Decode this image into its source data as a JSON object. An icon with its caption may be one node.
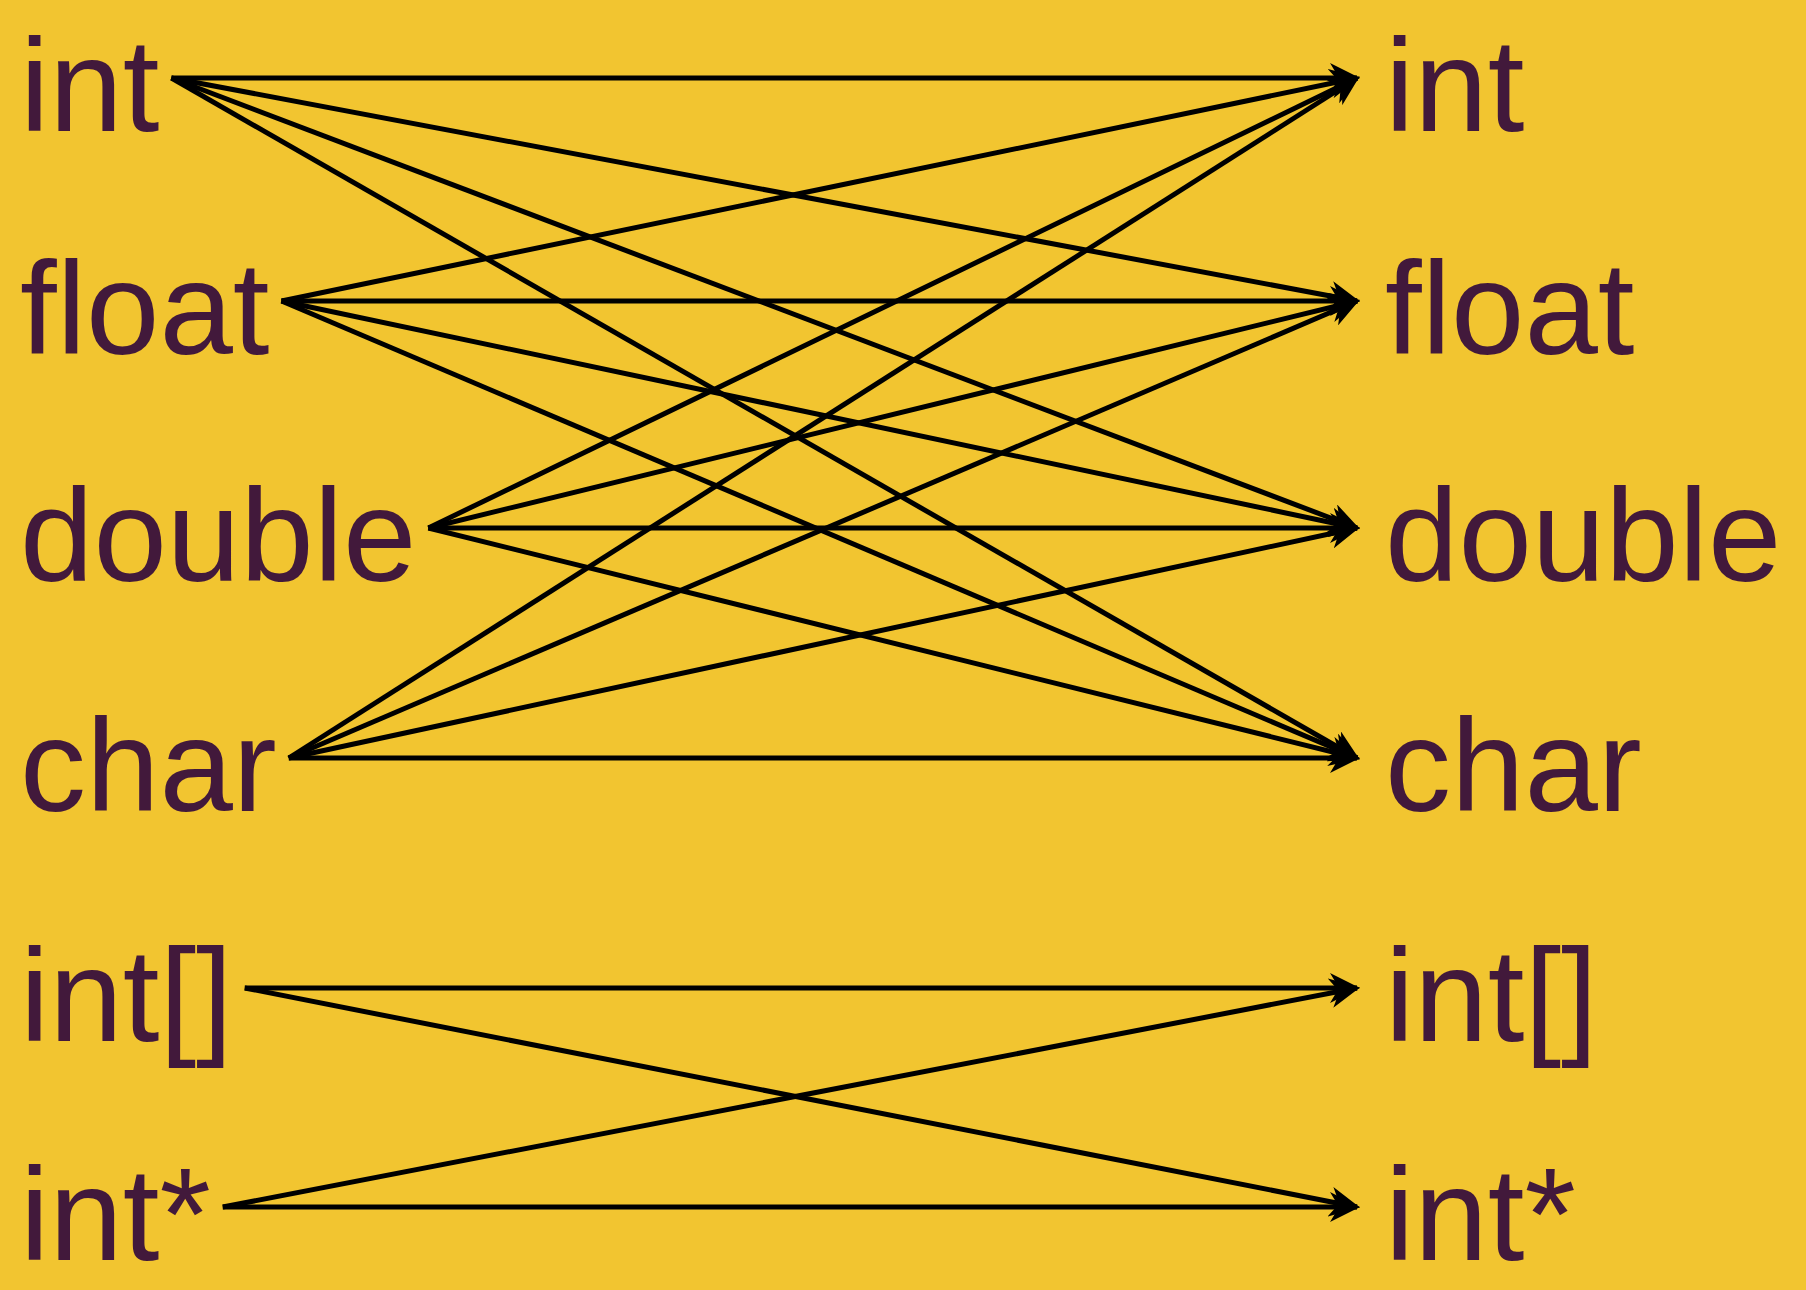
{
  "diagram": {
    "nodes": [
      {
        "text": [
          "int"
        ]
      },
      {
        "text": [
          "float"
        ]
      },
      {
        "text": [
          "double"
        ]
      },
      {
        "text": [
          "char"
        ]
      },
      {
        "text": [
          "int[]"
        ]
      },
      {
        "text": [
          "int*"
        ]
      },
      {
        "text": [
          "int"
        ]
      },
      {
        "text": [
          "float"
        ]
      },
      {
        "text": [
          "double"
        ]
      },
      {
        "text": [
          "char"
        ]
      },
      {
        "text": [
          "int[]"
        ]
      },
      {
        "text": [
          "int*"
        ]
      }
    ],
    "edges": [
      {
        "from": 0,
        "to": 6,
        "arrow": "to"
      },
      {
        "from": 0,
        "to": 7,
        "arrow": "to"
      },
      {
        "from": 0,
        "to": 8,
        "arrow": "to"
      },
      {
        "from": 0,
        "to": 9,
        "arrow": "to"
      },
      {
        "from": 1,
        "to": 6,
        "arrow": "to"
      },
      {
        "from": 1,
        "to": 7,
        "arrow": "to"
      },
      {
        "from": 1,
        "to": 8,
        "arrow": "to"
      },
      {
        "from": 1,
        "to": 9,
        "arrow": "to"
      },
      {
        "from": 2,
        "to": 6,
        "arrow": "to"
      },
      {
        "from": 2,
        "to": 7,
        "arrow": "to"
      },
      {
        "from": 2,
        "to": 8,
        "arrow": "to"
      },
      {
        "from": 2,
        "to": 9,
        "arrow": "to"
      },
      {
        "from": 3,
        "to": 6,
        "arrow": "to"
      },
      {
        "from": 3,
        "to": 7,
        "arrow": "to"
      },
      {
        "from": 3,
        "to": 8,
        "arrow": "to"
      },
      {
        "from": 3,
        "to": 9,
        "arrow": "to"
      },
      {
        "from": 4,
        "to": 10,
        "arrow": "to"
      },
      {
        "from": 4,
        "to": 11,
        "arrow": "to"
      },
      {
        "from": 5,
        "to": 10,
        "arrow": "to"
      },
      {
        "from": 5,
        "to": 11,
        "arrow": "to"
      }
    ]
  }
}
